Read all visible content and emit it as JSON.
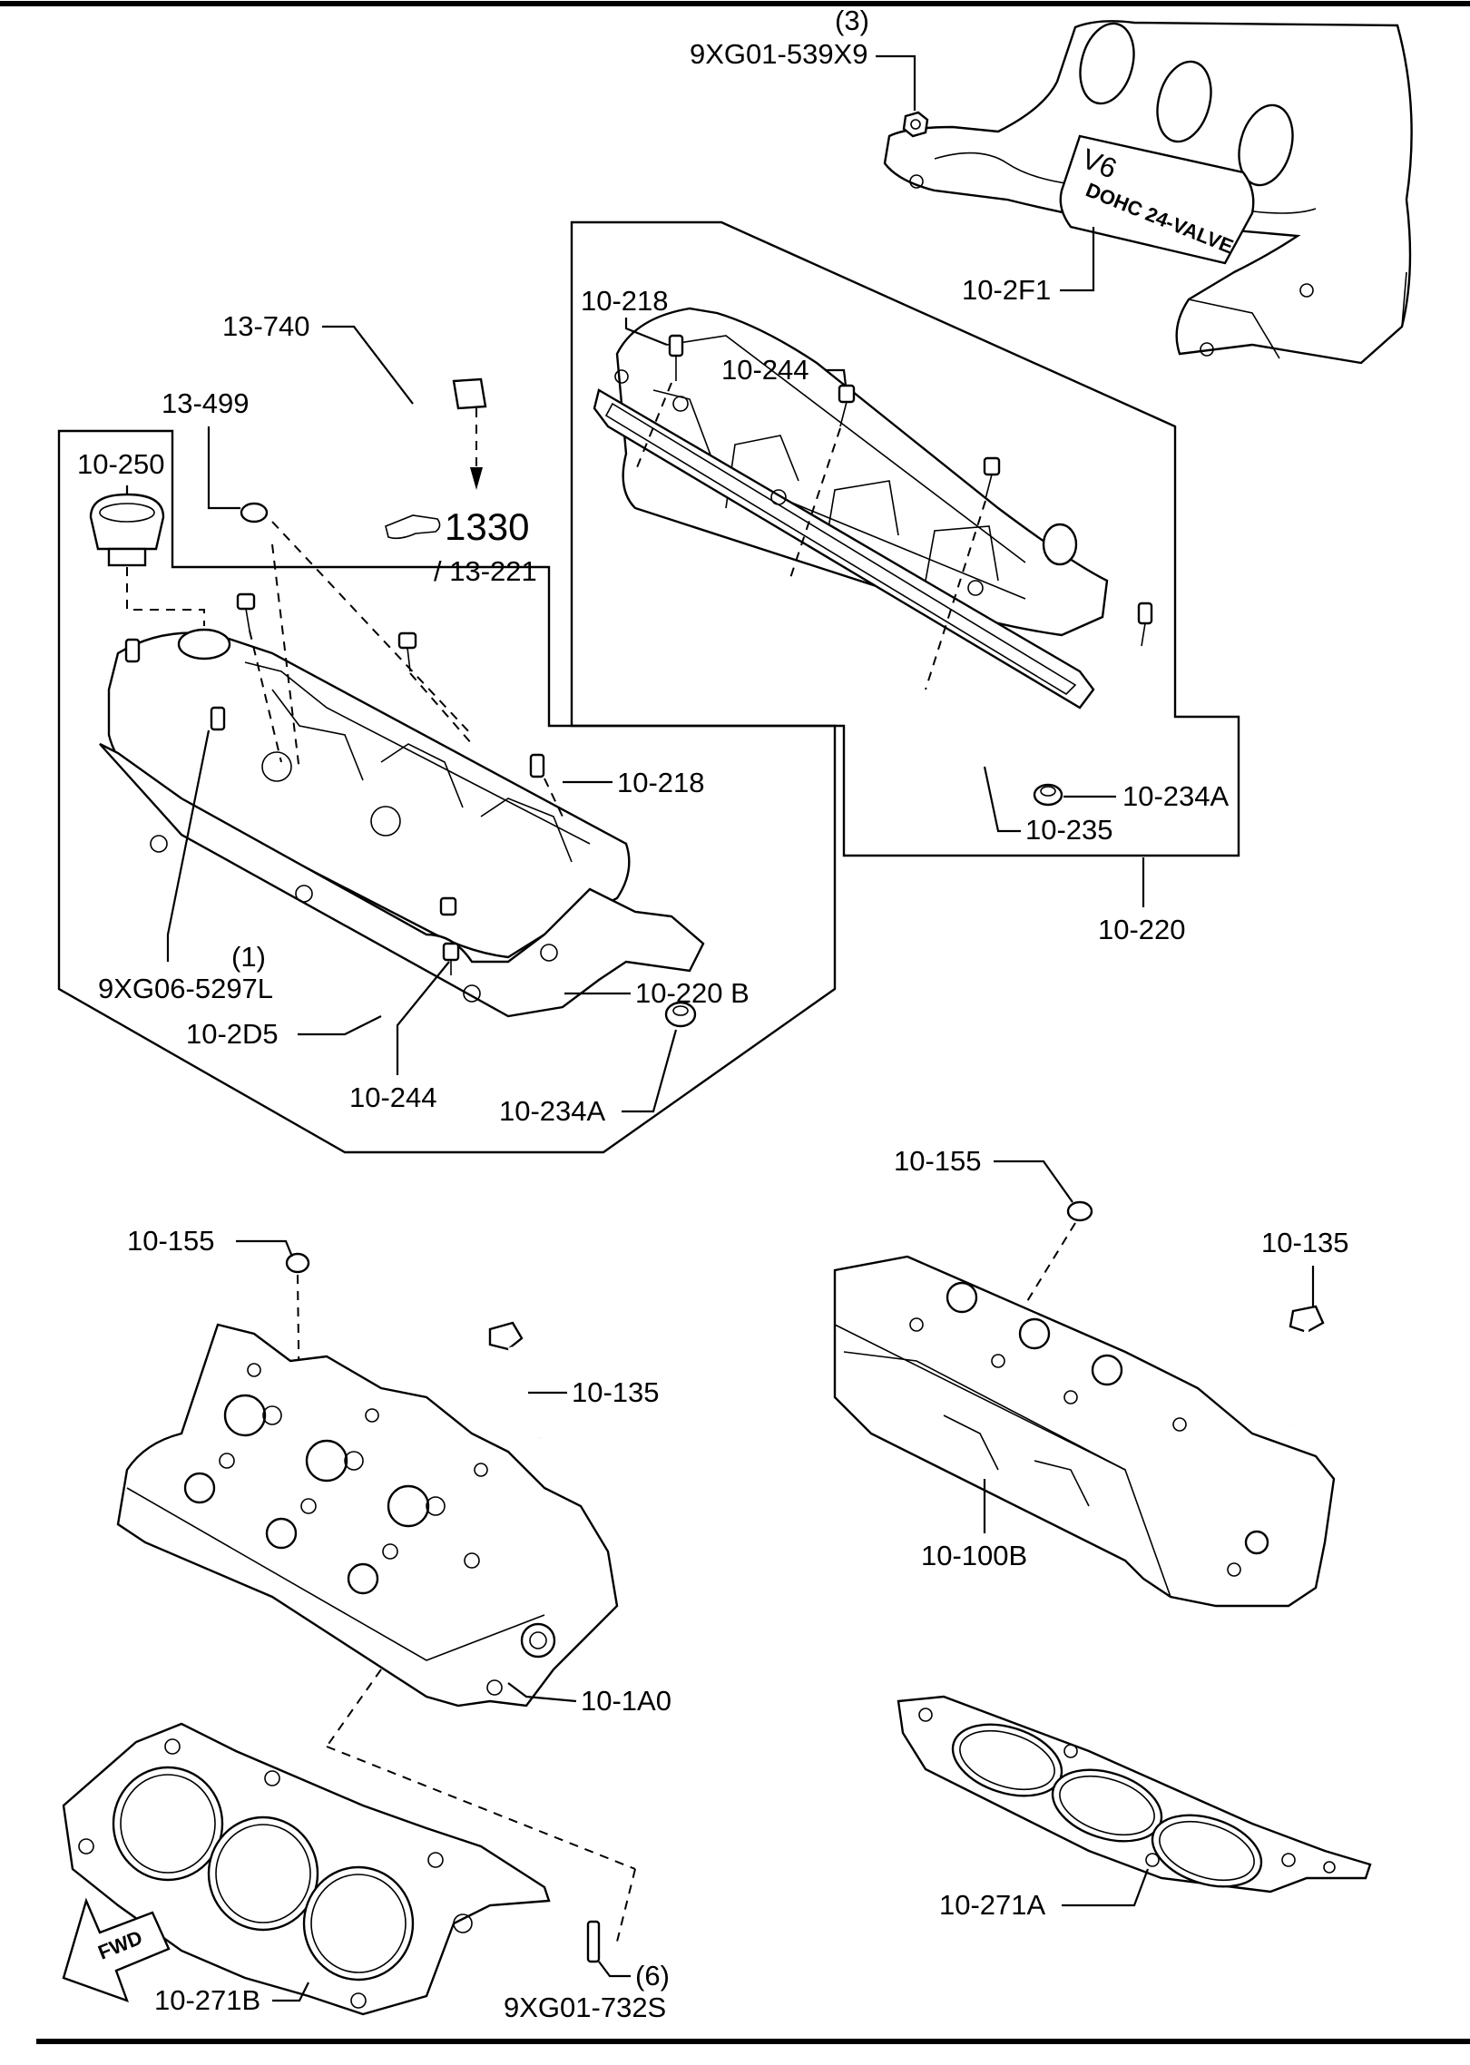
{
  "labels": {
    "qty_nut": "(3)",
    "nut": "9XG01-539X9",
    "engine_cover": "10-2F1",
    "cover_text_1": "V6",
    "cover_text_2": "DOHC 24-VALVE",
    "hose": "13-740",
    "hose_clamp": "13-499",
    "oil_cap": "10-250",
    "ref_1330": "1330",
    "ref_13221": "/ 13-221",
    "stud_r": "10-218",
    "bolt_r": "10-244",
    "grommet_r": "10-234A",
    "gasket_r": "10-235",
    "cover_asm_r": "10-220",
    "stud_l": "10-218",
    "qty_stud_l": "(1)",
    "stud_9xg": "9XG06-5297L",
    "cover_asm_l": "10-220 B",
    "gasket_l": "10-2D5",
    "bolt_l": "10-244",
    "grommet_l": "10-234A",
    "plug_l": "10-155",
    "bolt_head_l": "10-135",
    "head_l": "10-1A0",
    "plug_r": "10-155",
    "bolt_head_r": "10-135",
    "head_r": "10-100B",
    "head_gasket_r": "10-271A",
    "head_gasket_l": "10-271B",
    "qty_dowel": "(6)",
    "dowel": "9XG01-732S",
    "fwd": "FWD"
  }
}
